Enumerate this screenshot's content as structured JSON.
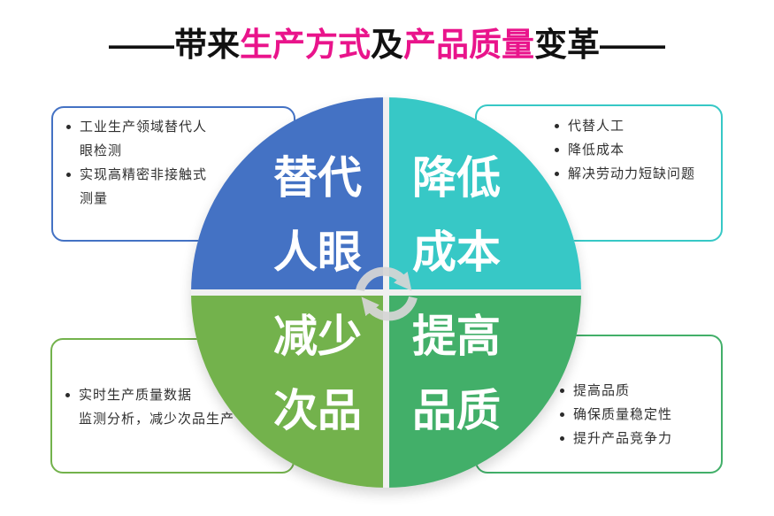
{
  "title": {
    "segments": [
      {
        "text": "——带来",
        "color": "#111111"
      },
      {
        "text": "生产方式",
        "color": "#e9148b"
      },
      {
        "text": "及",
        "color": "#111111"
      },
      {
        "text": "产品质量",
        "color": "#e9148b"
      },
      {
        "text": "变革——",
        "color": "#111111"
      }
    ]
  },
  "wheel": {
    "divider_color": "#f0f0f0",
    "center_icon": "cycle-arrows",
    "center_icon_color": "#d6d6d6",
    "quadrants": [
      {
        "position": "top-left",
        "line1": "替代",
        "line2": "人眼",
        "color": "#4472c4"
      },
      {
        "position": "top-right",
        "line1": "降低",
        "line2": "成本",
        "color": "#37c8c6"
      },
      {
        "position": "bottom-left",
        "line1": "减少",
        "line2": "次品",
        "color": "#73b24c"
      },
      {
        "position": "bottom-right",
        "line1": "提高",
        "line2": "品质",
        "color": "#42af69"
      }
    ]
  },
  "callouts": [
    {
      "position": "top-left",
      "border_color": "#4472c4",
      "bullets": [
        "工业生产领域替代人\n眼检测",
        "实现高精密非接触式\n测量"
      ]
    },
    {
      "position": "top-right",
      "border_color": "#37c8c6",
      "bullets": [
        "代替人工",
        "降低成本",
        "解决劳动力短缺问题"
      ]
    },
    {
      "position": "bottom-left",
      "border_color": "#73b24c",
      "bullets": [
        "实时生产质量数据\n监测分析，减少次品生产"
      ]
    },
    {
      "position": "bottom-right",
      "border_color": "#42af69",
      "bullets": [
        "提高品质",
        "确保质量稳定性",
        "提升产品竞争力"
      ]
    }
  ]
}
